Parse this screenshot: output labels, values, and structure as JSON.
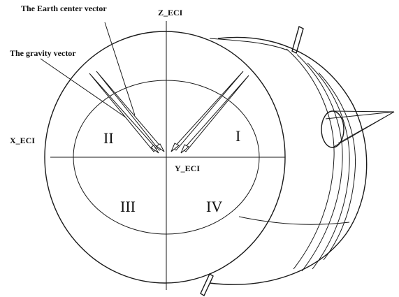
{
  "labels": {
    "earth_center_vector": "The Earth center vector",
    "gravity_vector": "The gravity vector",
    "z_axis": "Z_ECI",
    "x_axis": "X_ECI",
    "y_axis": "Y_ECI"
  },
  "quadrants": {
    "q1": "I",
    "q2": "II",
    "q3": "III",
    "q4": "IV"
  }
}
